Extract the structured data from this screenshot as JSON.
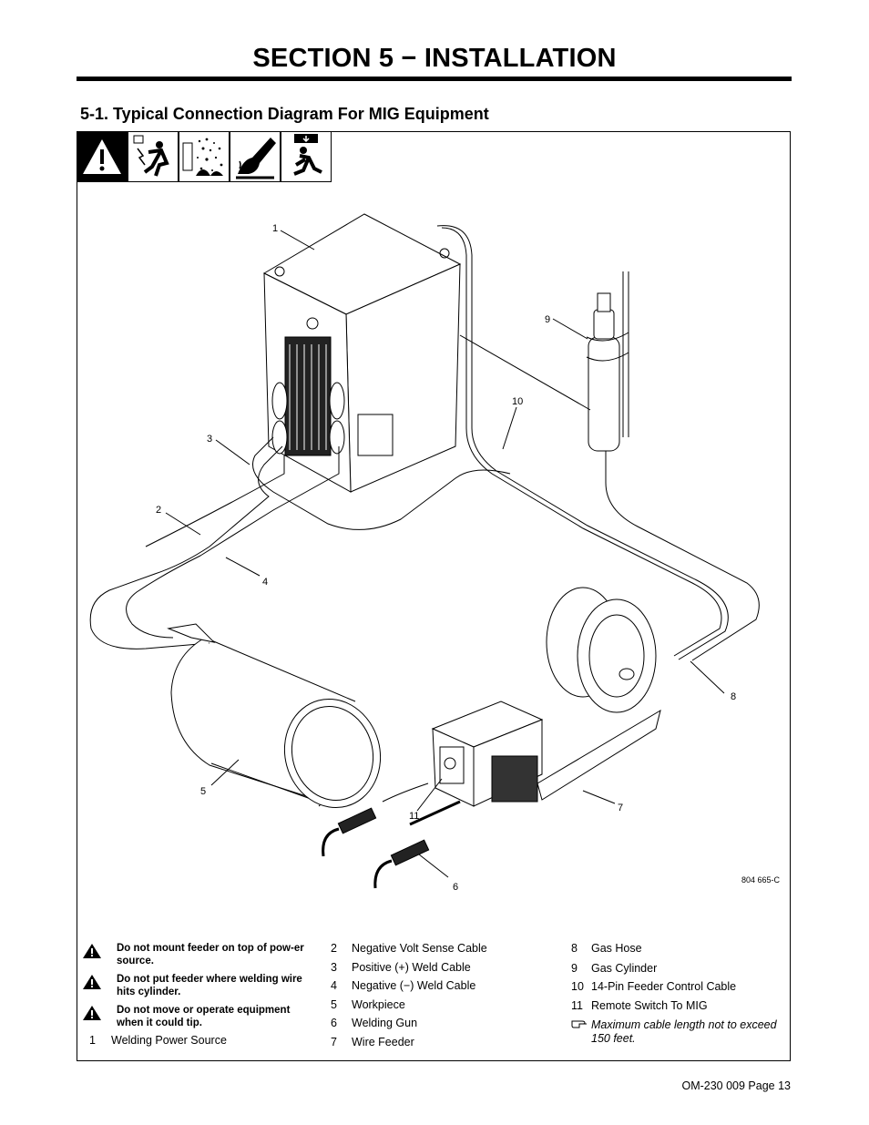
{
  "section_title": "SECTION 5 − INSTALLATION",
  "subsection_title": "5-1.   Typical Connection Diagram For MIG Equipment",
  "warning_icons": [
    "hazard-triangle-icon",
    "electric-shock-icon",
    "fire-spark-icon",
    "hot-parts-icon",
    "falling-equipment-icon"
  ],
  "diagram": {
    "callouts": [
      "1",
      "2",
      "3",
      "4",
      "5",
      "6",
      "7",
      "8",
      "9",
      "10",
      "11"
    ],
    "drawing_id": "804 665-C"
  },
  "warnings": [
    "Do not mount feeder on top of pow-er source.",
    "Do not put feeder where welding wire hits cylinder.",
    "Do not move or operate equipment when it could tip."
  ],
  "legend": [
    {
      "num": "1",
      "label": "Welding Power Source"
    },
    {
      "num": "2",
      "label": "Negative Volt Sense Cable"
    },
    {
      "num": "3",
      "label": "Positive (+) Weld Cable"
    },
    {
      "num": "4",
      "label": "Negative (−) Weld Cable"
    },
    {
      "num": "5",
      "label": "Workpiece"
    },
    {
      "num": "6",
      "label": "Welding Gun"
    },
    {
      "num": "7",
      "label": "Wire Feeder"
    },
    {
      "num": "8",
      "label": "Gas Hose"
    },
    {
      "num": "9",
      "label": "Gas Cylinder"
    },
    {
      "num": "10",
      "label": "14-Pin Feeder Control Cable"
    },
    {
      "num": "11",
      "label": "Remote Switch To MIG"
    }
  ],
  "note": "Maximum cable length not to exceed 150 feet.",
  "footer": "OM-230 009 Page 13"
}
